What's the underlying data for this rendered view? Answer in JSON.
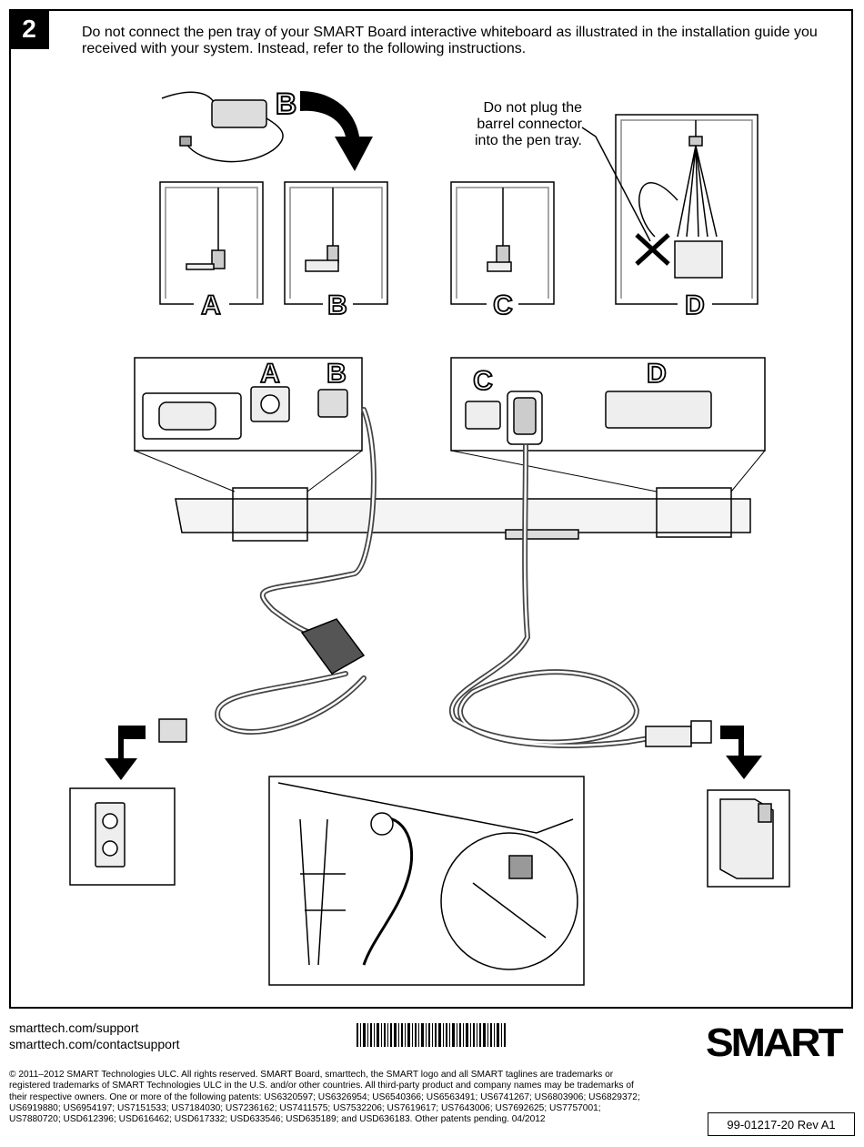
{
  "step": {
    "number": "2"
  },
  "instruction": "Do not connect the pen tray of your SMART Board interactive whiteboard as illustrated in the installation guide you received with your system. Instead, refer to the following instructions.",
  "callout": "Do not plug the barrel connector into the pen tray.",
  "connector_labels": {
    "a": "A",
    "b": "B",
    "c": "C",
    "d": "D",
    "b_top": "B"
  },
  "port_labels": {
    "a": "A",
    "b": "B",
    "c": "C",
    "d": "D"
  },
  "footer": {
    "links": [
      "smarttech.com/support",
      "smarttech.com/contactsupport"
    ],
    "copyright": "© 2011–2012 SMART Technologies ULC. All rights reserved. SMART Board, smarttech, the SMART logo and all SMART taglines are trademarks or registered trademarks of SMART Technologies ULC in the U.S. and/or other countries. All third-party product and company names may be trademarks of their respective owners. One or more of the following patents: US6320597; US6326954; US6540366; US6563491; US6741267; US6803906; US6829372; US6919880; US6954197; US7151533; US7184030; US7236162; US7411575; US7532206; US7619617; US7643006; US7692625; US7757001; US7880720; USD612396; USD616462; USD617332; USD633546; USD635189; and USD636183. Other patents pending. 04/2012",
    "logo": "SMART",
    "doc_number": "99-01217-20 Rev A1"
  },
  "icons": [
    "power-adapter-icon",
    "curved-arrow-icon",
    "usb-cable-icon",
    "wall-outlet-icon",
    "computer-tower-icon",
    "installer-illustration-icon",
    "barcode-icon"
  ]
}
